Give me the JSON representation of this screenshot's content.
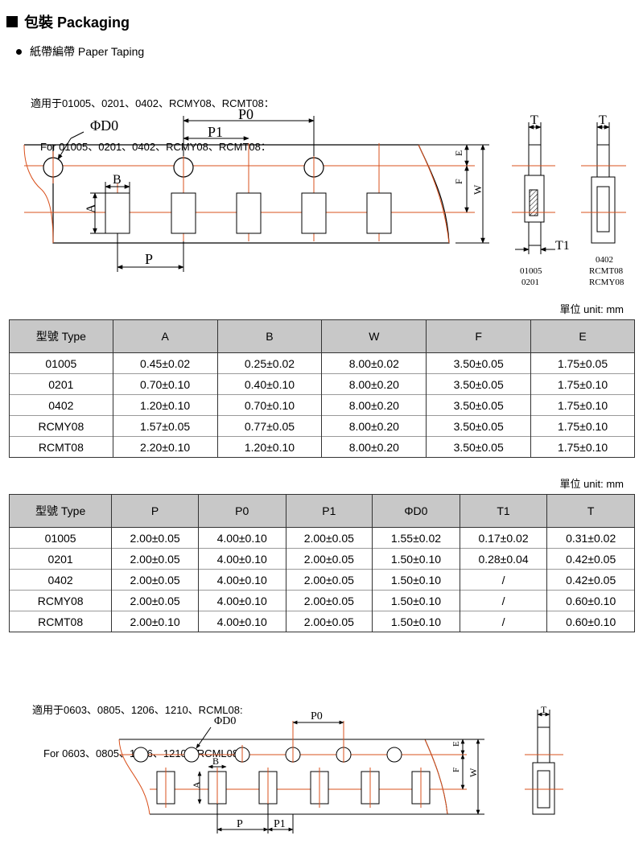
{
  "section": {
    "title": "包裝 Packaging",
    "subtitle": "紙帶編帶 Paper Taping"
  },
  "group1": {
    "applies_cn": "適用于01005、0201、0402、RCMY08、RCMT08：",
    "applies_en": "For 01005、0201、0402、RCMY08、RCMT08：",
    "diagram": {
      "D0": "ΦD0",
      "P0": "P0",
      "P1": "P1",
      "B": "B",
      "A": "A",
      "P": "P",
      "E": "E",
      "F": "F",
      "W": "W",
      "T": "T",
      "T1": "T1",
      "side1": [
        "01005",
        "0201"
      ],
      "side2": [
        "0402",
        "RCMT08",
        "RCMY08"
      ]
    }
  },
  "table1": {
    "unit": "單位 unit: mm",
    "headers": [
      "型號 Type",
      "A",
      "B",
      "W",
      "F",
      "E"
    ],
    "rows": [
      [
        "01005",
        "0.45±0.02",
        "0.25±0.02",
        "8.00±0.02",
        "3.50±0.05",
        "1.75±0.05"
      ],
      [
        "0201",
        "0.70±0.10",
        "0.40±0.10",
        "8.00±0.20",
        "3.50±0.05",
        "1.75±0.10"
      ],
      [
        "0402",
        "1.20±0.10",
        "0.70±0.10",
        "8.00±0.20",
        "3.50±0.05",
        "1.75±0.10"
      ],
      [
        "RCMY08",
        "1.57±0.05",
        "0.77±0.05",
        "8.00±0.20",
        "3.50±0.05",
        "1.75±0.10"
      ],
      [
        "RCMT08",
        "2.20±0.10",
        "1.20±0.10",
        "8.00±0.20",
        "3.50±0.05",
        "1.75±0.10"
      ]
    ]
  },
  "table2": {
    "unit": "單位 unit: mm",
    "headers": [
      "型號 Type",
      "P",
      "P0",
      "P1",
      "ΦD0",
      "T1",
      "T"
    ],
    "rows": [
      [
        "01005",
        "2.00±0.05",
        "4.00±0.10",
        "2.00±0.05",
        "1.55±0.02",
        "0.17±0.02",
        "0.31±0.02"
      ],
      [
        "0201",
        "2.00±0.05",
        "4.00±0.10",
        "2.00±0.05",
        "1.50±0.10",
        "0.28±0.04",
        "0.42±0.05"
      ],
      [
        "0402",
        "2.00±0.05",
        "4.00±0.10",
        "2.00±0.05",
        "1.50±0.10",
        "/",
        "0.42±0.05"
      ],
      [
        "RCMY08",
        "2.00±0.05",
        "4.00±0.10",
        "2.00±0.05",
        "1.50±0.10",
        "/",
        "0.60±0.10"
      ],
      [
        "RCMT08",
        "2.00±0.10",
        "4.00±0.10",
        "2.00±0.05",
        "1.50±0.10",
        "/",
        "0.60±0.10"
      ]
    ]
  },
  "group2": {
    "applies_cn": "適用于0603、0805、1206、1210、RCML08:",
    "applies_en": "For 0603、0805、1206、1210、RCML08:",
    "diagram": {
      "D0": "ΦD0",
      "P0": "P0",
      "B": "B",
      "A": "A",
      "P": "P",
      "P1": "P1",
      "E": "E",
      "F": "F",
      "W": "W",
      "T": "T"
    }
  },
  "colors": {
    "guide": "#d9501c",
    "line": "#000000",
    "header_bg": "#c8c8c8"
  }
}
